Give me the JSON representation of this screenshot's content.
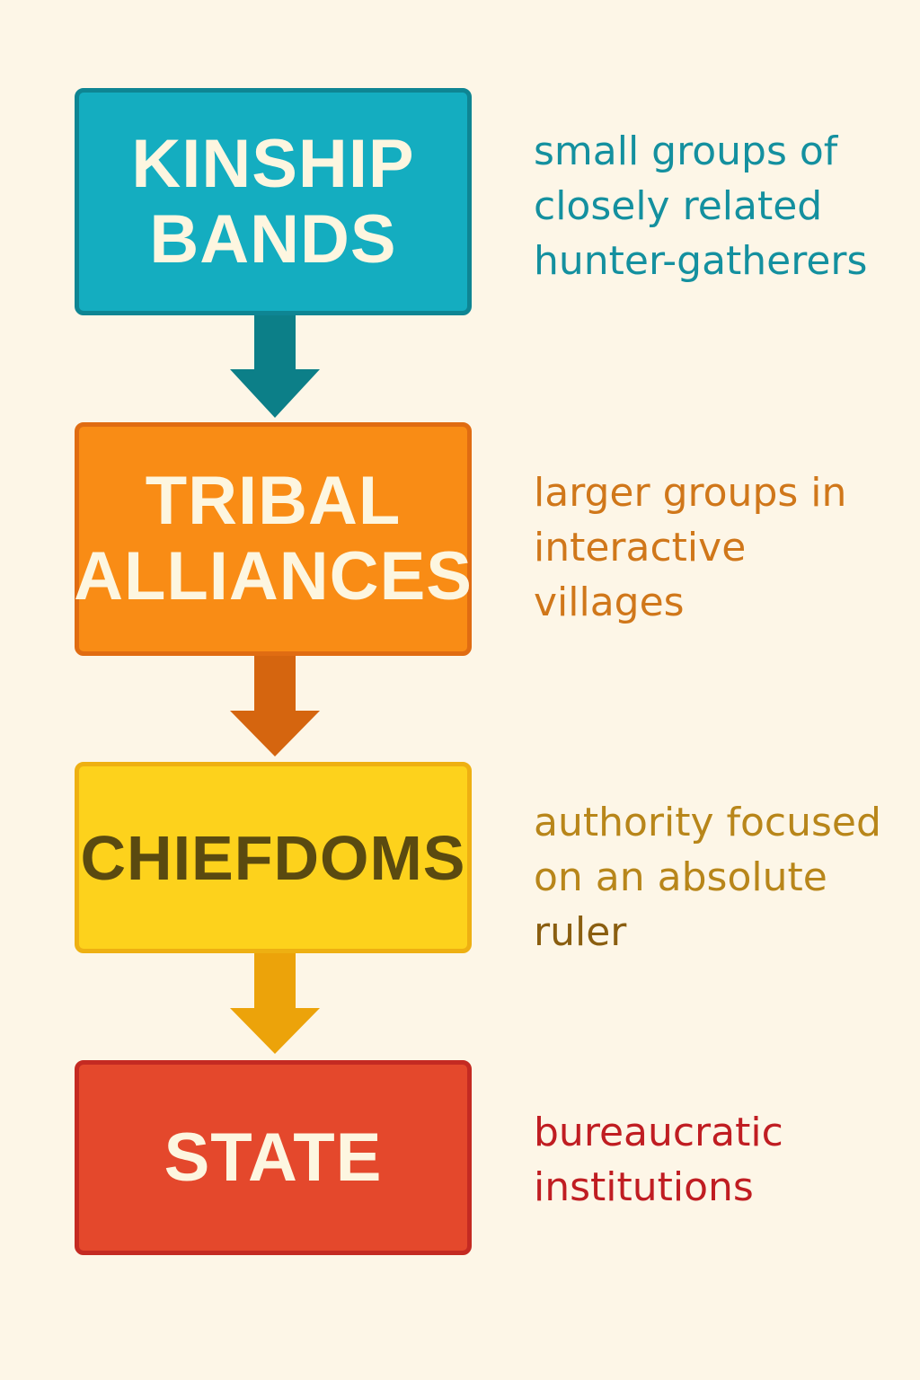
{
  "stages": [
    {
      "title_lines": [
        "KINSHIP",
        "BANDS"
      ],
      "description_lines": [
        "small groups of",
        "closely related",
        "hunter-gatherers"
      ],
      "color": "#14adc0"
    },
    {
      "title_lines": [
        "TRIBAL",
        "ALLIANCES"
      ],
      "description_lines": [
        "larger groups in",
        "interactive",
        "villages"
      ],
      "color": "#f98c15"
    },
    {
      "title_lines": [
        "CHIEFDOMS"
      ],
      "description_lines": [
        "authority focused",
        "on an absolute",
        "ruler"
      ],
      "color": "#fdd21c"
    },
    {
      "title_lines": [
        "STATE"
      ],
      "description_lines": [
        "bureaucratic",
        "institutions"
      ],
      "color": "#e4482c"
    }
  ],
  "arrow_colors": [
    "#0c7f88",
    "#d5650f",
    "#eca30a"
  ]
}
